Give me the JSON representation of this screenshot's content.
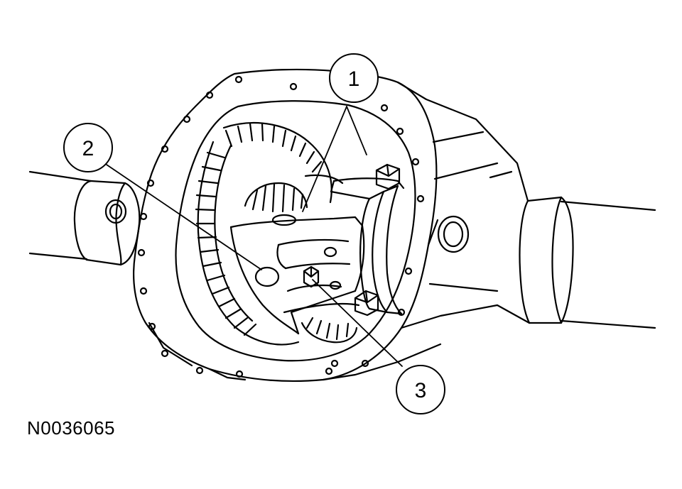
{
  "figure": {
    "id": "N0036065",
    "callouts": [
      {
        "label": "1"
      },
      {
        "label": "2"
      },
      {
        "label": "3"
      }
    ]
  },
  "colors": {
    "line": "#000000",
    "background": "#ffffff"
  }
}
